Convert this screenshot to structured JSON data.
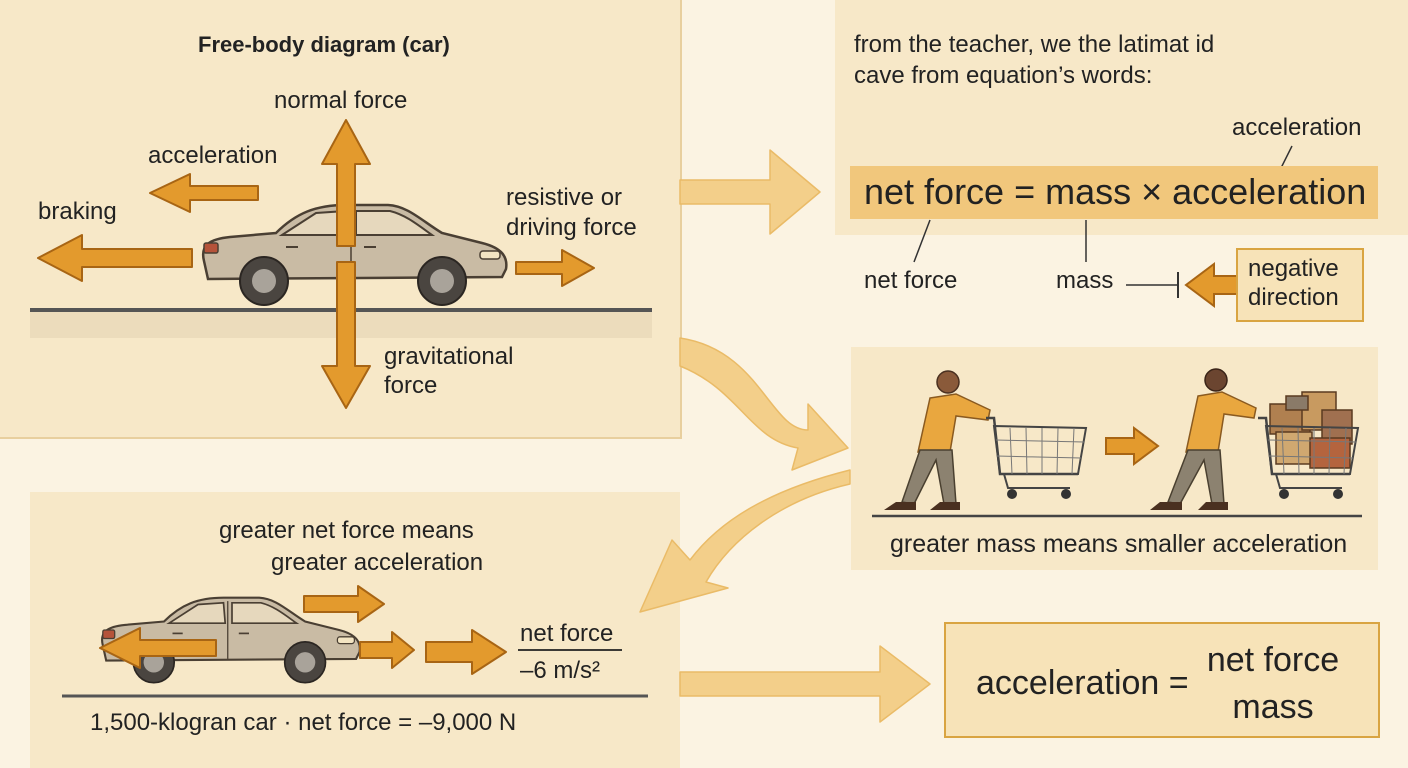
{
  "free_body": {
    "title": "Free-body diagram (car)",
    "normal": "normal force",
    "acceleration": "acceleration",
    "braking": "braking",
    "resistive_line1": "resistive or",
    "resistive_line2": "driving force",
    "grav_line1": "gravitational",
    "grav_line2": "force"
  },
  "equation_panel": {
    "intro_line1": "from the teacher, we the latimat id",
    "intro_line2": "cave from equation’s words:",
    "accel_label": "acceleration",
    "equation": "net force = mass × acceleration",
    "net_force_label": "net force",
    "mass_label": "mass",
    "negative_line1": "negative",
    "negative_line2": "direction"
  },
  "mass_panel": {
    "caption": "greater mass means smaller acceleration"
  },
  "net_force_panel": {
    "caption_line1": "greater net force means",
    "caption_line2": "greater acceleration",
    "frac_num": "net force",
    "frac_den": "–6 m/s²",
    "bottom": "1,500-klogran car · net force = –9,000 N"
  },
  "formula_box": {
    "lhs": "acceleration =",
    "num": "net force",
    "den": "mass"
  },
  "colors": {
    "panel": "#f7e8c8",
    "arrow": "#e39a2d",
    "arrow_stroke": "#a86514",
    "flow_arrow": "#f3cf8a",
    "equation_bar": "#f1c77c",
    "car": "#c9bba4",
    "shirt": "#e9a73f"
  },
  "icons": [
    "car-icon",
    "person-pushing-cart-icon",
    "cart-icon",
    "boxes-icon"
  ]
}
